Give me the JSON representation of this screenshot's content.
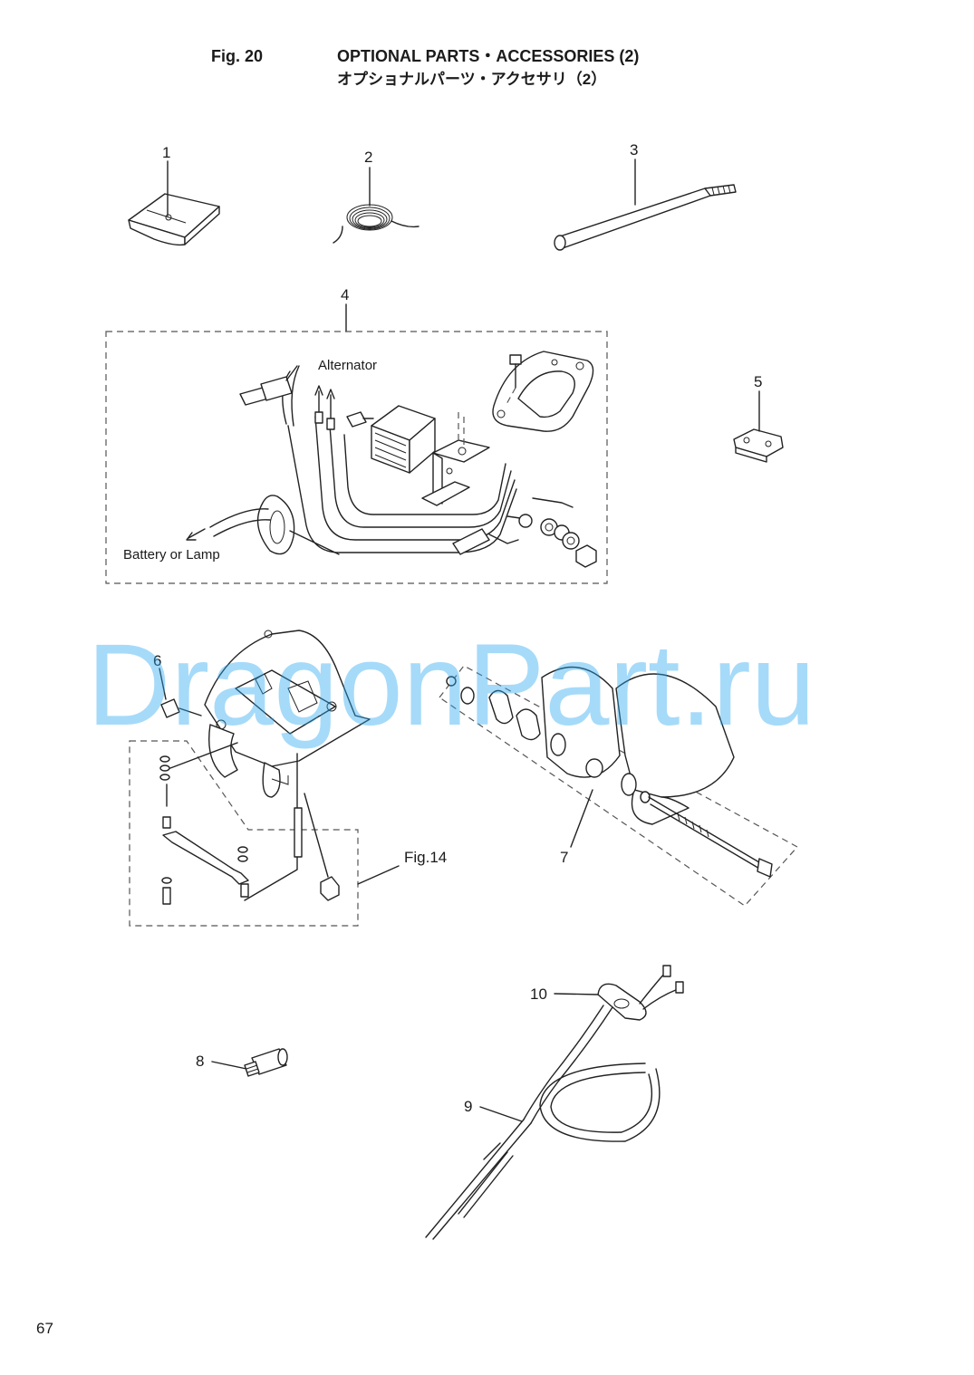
{
  "header": {
    "fig_number": "Fig. 20",
    "title_en": "OPTIONAL PARTS・ACCESSORIES (2)",
    "title_ja": "オプショナルパーツ・アクセサリ（2）"
  },
  "callouts": [
    "1",
    "2",
    "3",
    "4",
    "5",
    "6",
    "7",
    "8",
    "9",
    "10"
  ],
  "wiring_kit": {
    "label_alternator": "Alternator",
    "label_battery": "Battery or Lamp"
  },
  "reference": {
    "label": "Fig.14"
  },
  "watermark": "DragonPart.ru",
  "page_number": "67"
}
